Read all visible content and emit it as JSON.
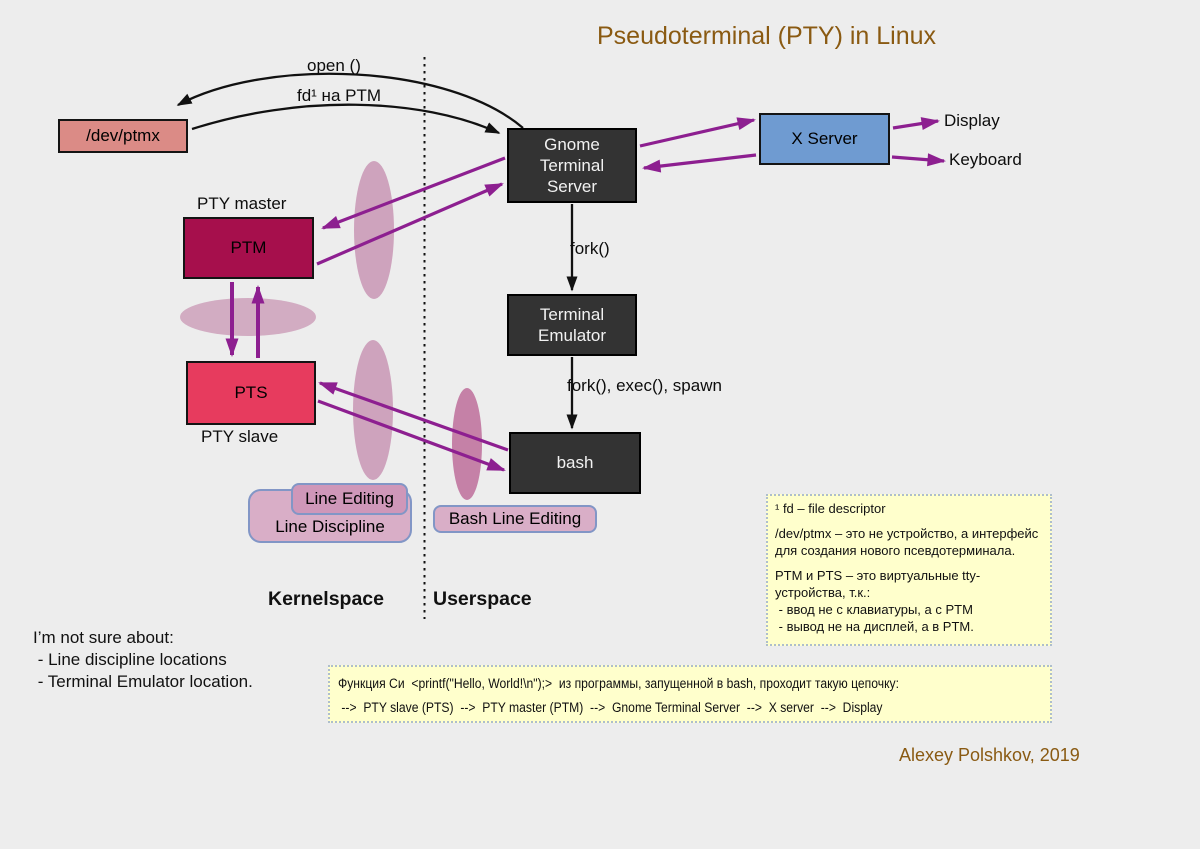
{
  "title": "Pseudoterminal (PTY) in Linux",
  "credit": "Alexey Polshkov, 2019",
  "nodes": {
    "dev_ptmx": "/dev/ptmx",
    "ptm": "PTM",
    "ptm_tag": "PTY master",
    "pts": "PTS",
    "pts_tag": "PTY slave",
    "gts_lines": [
      "Gnome",
      "Terminal",
      "Server"
    ],
    "terminal_emulator_lines": [
      "Terminal",
      "Emulator"
    ],
    "bash": "bash",
    "x_server": "X Server",
    "display": "Display",
    "keyboard": "Keyboard",
    "line_editing": "Line Editing",
    "line_discipline": "Line Discipline",
    "bash_line_editing": "Bash Line Editing"
  },
  "edge_labels": {
    "open": "open ()",
    "fd_to_ptm": "fd¹ на PTM",
    "fork": "fork()",
    "fork_exec_spawn": "fork(), exec(), spawn"
  },
  "regions": {
    "kernelspace": "Kernelspace",
    "userspace": "Userspace"
  },
  "uncertainty_note": [
    "I’m not sure about:",
    " - Line discipline locations",
    " - Terminal Emulator location."
  ],
  "footnote_box": [
    "¹ fd – file descriptor",
    "/dev/ptmx – это не устройство, а интерфейс для создания нового псевдотерминала.",
    "PTM и PTS – это виртуальные tty-\nустройства, т.к.:\n - ввод не с клавиатуры, а с PTM\n - вывод не на дисплей, а в PTM."
  ],
  "chain_box": [
    "Функция Си  <printf(\"Hello, World!\\n\");>  из программы, запущенной в bash, проходит такую цепочку:",
    " -->  PTY slave (PTS)  -->  PTY master (PTM)  -->  Gnome Terminal Server  -->  X server  -->  Display"
  ],
  "colors": {
    "background": "#ededed",
    "title_brown": "#8a5a12",
    "dev_ptmx_fill": "#db8b86",
    "ptm_fill": "#a60f4c",
    "pts_fill": "#e73b5e",
    "dark_box_fill": "#333333",
    "x_server_fill": "#6f9bd1",
    "arrow_purple": "#8d1f90",
    "ellipse_pink": "#c793b2",
    "pill_fill": "#d9aec7",
    "pill_inner_fill": "#cf97b9",
    "pill_border": "#8296c6",
    "note_fill": "#ffffcc"
  }
}
